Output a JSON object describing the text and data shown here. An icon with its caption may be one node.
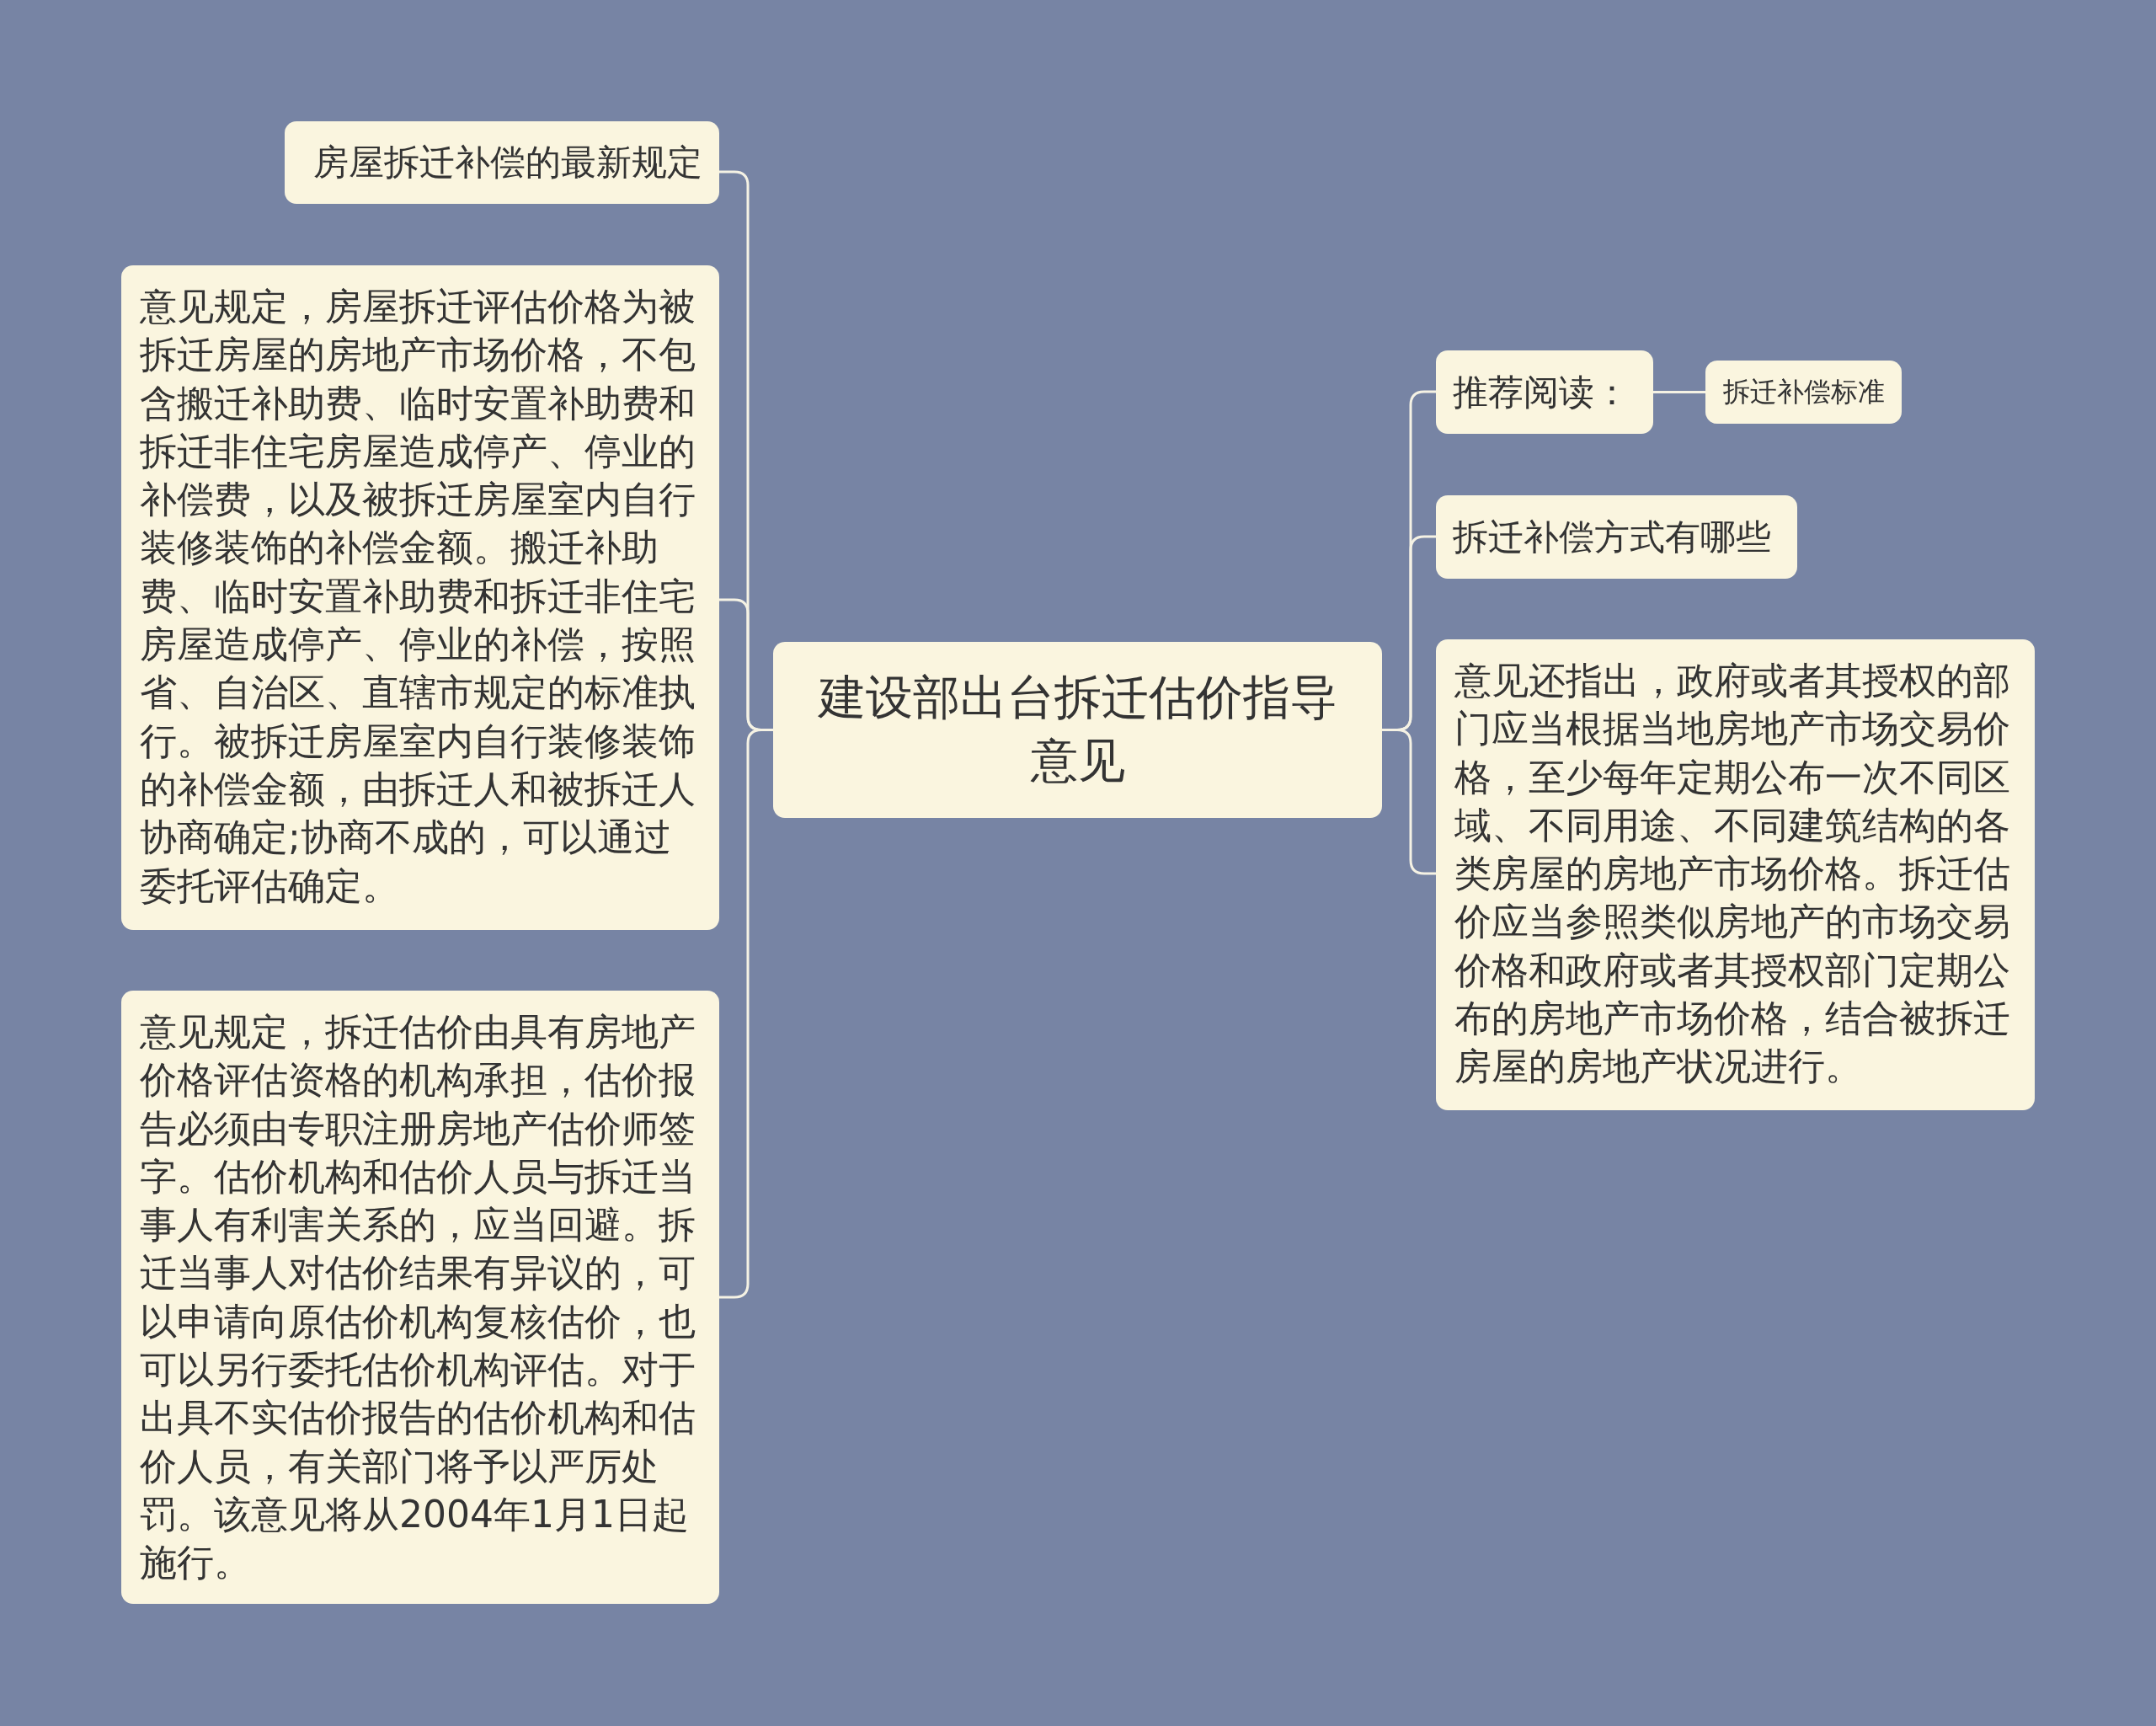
{
  "diagram": {
    "nodes": [
      {
        "text": [
          "建设部出台拆迁估价指导意见"
        ]
      },
      {
        "text": [
          "房屋拆迁补偿的最新规定"
        ]
      },
      {
        "text": [
          "意见规定，房屋拆迁评估价格为被拆迁房屋的房地产市场价格，不包含搬迁补助费、临时安置补助费和拆迁非住宅房屋造成停产、停业的补偿费，以及被拆迁房屋室内自行装修装饰的补偿金额。搬迁补助费、临时安置补助费和拆迁非住宅房屋造成停产、停业的补偿，按照省、自治区、直辖市规定的标准执行。被拆迁房屋室内自行装修装饰的补偿金额，由拆迁人和被拆迁人协商确定;协商不成的，可以通过委托评估确定。"
        ]
      },
      {
        "text": [
          "意见规定，拆迁估价由具有房地产价格评估资格的机构承担，估价报告必须由专职注册房地产估价师签字。估价机构和估价人员与拆迁当事人有利害关系的，应当回避。拆迁当事人对估价结果有异议的，可以申请向原估价机构复核估价，也可以另行委托估价机构评估。对于出具不实估价报告的估价机构和估价人员，有关部门将予以严厉处罚。该意见将从2004年1月1日起施行。"
        ]
      },
      {
        "text": [
          "推荐阅读："
        ]
      },
      {
        "text": [
          "拆迁补偿标准"
        ]
      },
      {
        "text": [
          "拆迁补偿方式有哪些"
        ]
      },
      {
        "text": [
          "意见还指出，政府或者其授权的部门应当根据当地房地产市场交易价格，至少每年定期公布一次不同区域、不同用途、不同建筑结构的各类房屋的房地产市场价格。拆迁估价应当参照类似房地产的市场交易价格和政府或者其授权部门定期公布的房地产市场价格，结合被拆迁房屋的房地产状况进行。"
        ]
      }
    ],
    "edges": [
      {
        "from": 0,
        "to": 1,
        "arrow": "none"
      },
      {
        "from": 0,
        "to": 2,
        "arrow": "none"
      },
      {
        "from": 0,
        "to": 3,
        "arrow": "none"
      },
      {
        "from": 0,
        "to": 4,
        "arrow": "none"
      },
      {
        "from": 4,
        "to": 5,
        "arrow": "none"
      },
      {
        "from": 0,
        "to": 6,
        "arrow": "none"
      },
      {
        "from": 0,
        "to": 7,
        "arrow": "none"
      }
    ]
  }
}
